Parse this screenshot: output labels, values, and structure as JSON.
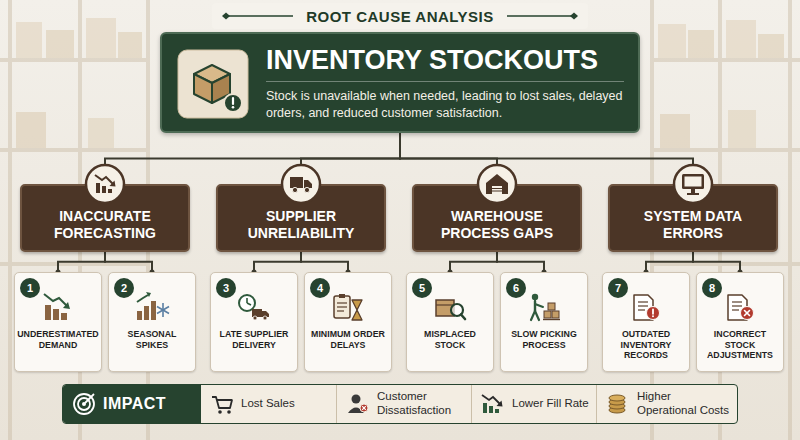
{
  "diagram": {
    "title": "ROOT CAUSE ANALYSIS",
    "nodes": [
      {
        "text": [
          "INVENTORY STOCKOUTS",
          "Stock is unavailable when needed, leading to lost sales, delayed orders, and reduced customer satisfaction."
        ]
      },
      {
        "text": [
          "INACCURATE FORECASTING"
        ]
      },
      {
        "text": [
          "SUPPLIER UNRELIABILITY"
        ]
      },
      {
        "text": [
          "WAREHOUSE PROCESS GAPS"
        ]
      },
      {
        "text": [
          "SYSTEM DATA ERRORS"
        ]
      },
      {
        "text": [
          "1",
          "UNDERESTIMATED DEMAND"
        ]
      },
      {
        "text": [
          "2",
          "SEASONAL SPIKES"
        ]
      },
      {
        "text": [
          "3",
          "LATE SUPPLIER DELIVERY"
        ]
      },
      {
        "text": [
          "4",
          "MINIMUM ORDER DELAYS"
        ]
      },
      {
        "text": [
          "5",
          "MISPLACED STOCK"
        ]
      },
      {
        "text": [
          "6",
          "SLOW PICKING PROCESS"
        ]
      },
      {
        "text": [
          "7",
          "OUTDATED INVENTORY RECORDS"
        ]
      },
      {
        "text": [
          "8",
          "INCORRECT STOCK ADJUSTMENTS"
        ]
      },
      {
        "text": [
          "IMPACT",
          "Lost Sales",
          "Customer Dissatisfaction",
          "Lower Fill Rate",
          "Higher Operational Costs"
        ]
      }
    ],
    "edges": [
      {
        "from": 0,
        "to": 1,
        "arrow": "none"
      },
      {
        "from": 0,
        "to": 2,
        "arrow": "none"
      },
      {
        "from": 0,
        "to": 3,
        "arrow": "none"
      },
      {
        "from": 0,
        "to": 4,
        "arrow": "none"
      },
      {
        "from": 1,
        "to": 5,
        "arrow": "none"
      },
      {
        "from": 1,
        "to": 6,
        "arrow": "none"
      },
      {
        "from": 2,
        "to": 7,
        "arrow": "none"
      },
      {
        "from": 2,
        "to": 8,
        "arrow": "none"
      },
      {
        "from": 3,
        "to": 9,
        "arrow": "none"
      },
      {
        "from": 3,
        "to": 10,
        "arrow": "none"
      },
      {
        "from": 4,
        "to": 11,
        "arrow": "none"
      },
      {
        "from": 4,
        "to": 12,
        "arrow": "none"
      }
    ]
  }
}
